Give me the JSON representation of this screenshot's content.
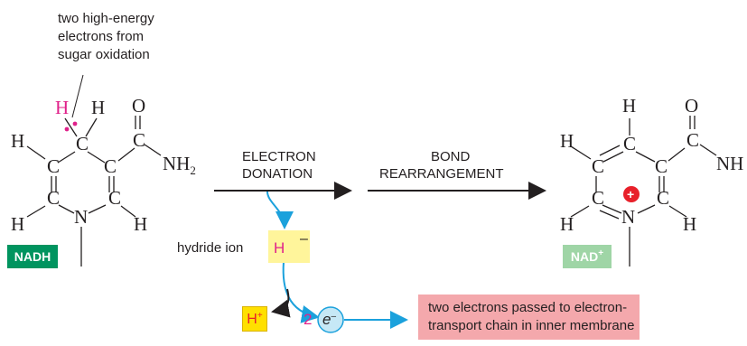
{
  "annotation": {
    "line1": "two high-energy",
    "line2": "electrons from",
    "line3": "sugar oxidation"
  },
  "atoms": {
    "h": "H",
    "c": "C",
    "n": "N",
    "o": "O",
    "nh": "NH",
    "sub2": "2"
  },
  "labels": {
    "nadh": "NADH",
    "nad_base": "NAD",
    "nad_sup": "+",
    "plus_sign": "+"
  },
  "arrows": {
    "electron_1": "ELECTRON",
    "electron_2": "DONATION",
    "bond_1": "BOND",
    "bond_2": "REARRANGEMENT"
  },
  "hydride": {
    "label": "hydride ion",
    "symbol": "H",
    "charge": "–"
  },
  "products": {
    "proton_base": "H",
    "proton_sup": "+",
    "count": "2",
    "electron_symbol": "e",
    "electron_charge": "–"
  },
  "note": {
    "line1": "two electrons passed to electron-",
    "line2": "transport chain in inner membrane"
  },
  "colors": {
    "magenta": "#e0218a",
    "blue": "#1ba1dc",
    "nadh_green": "#00945f",
    "nad_green": "#9fd5a6",
    "hydride_yellow": "#fff59b",
    "proton_yellow": "#ffe000",
    "note_pink": "#f4a8ac",
    "electron_circle": "#c6e8f6",
    "plus_red": "#e8202a"
  }
}
